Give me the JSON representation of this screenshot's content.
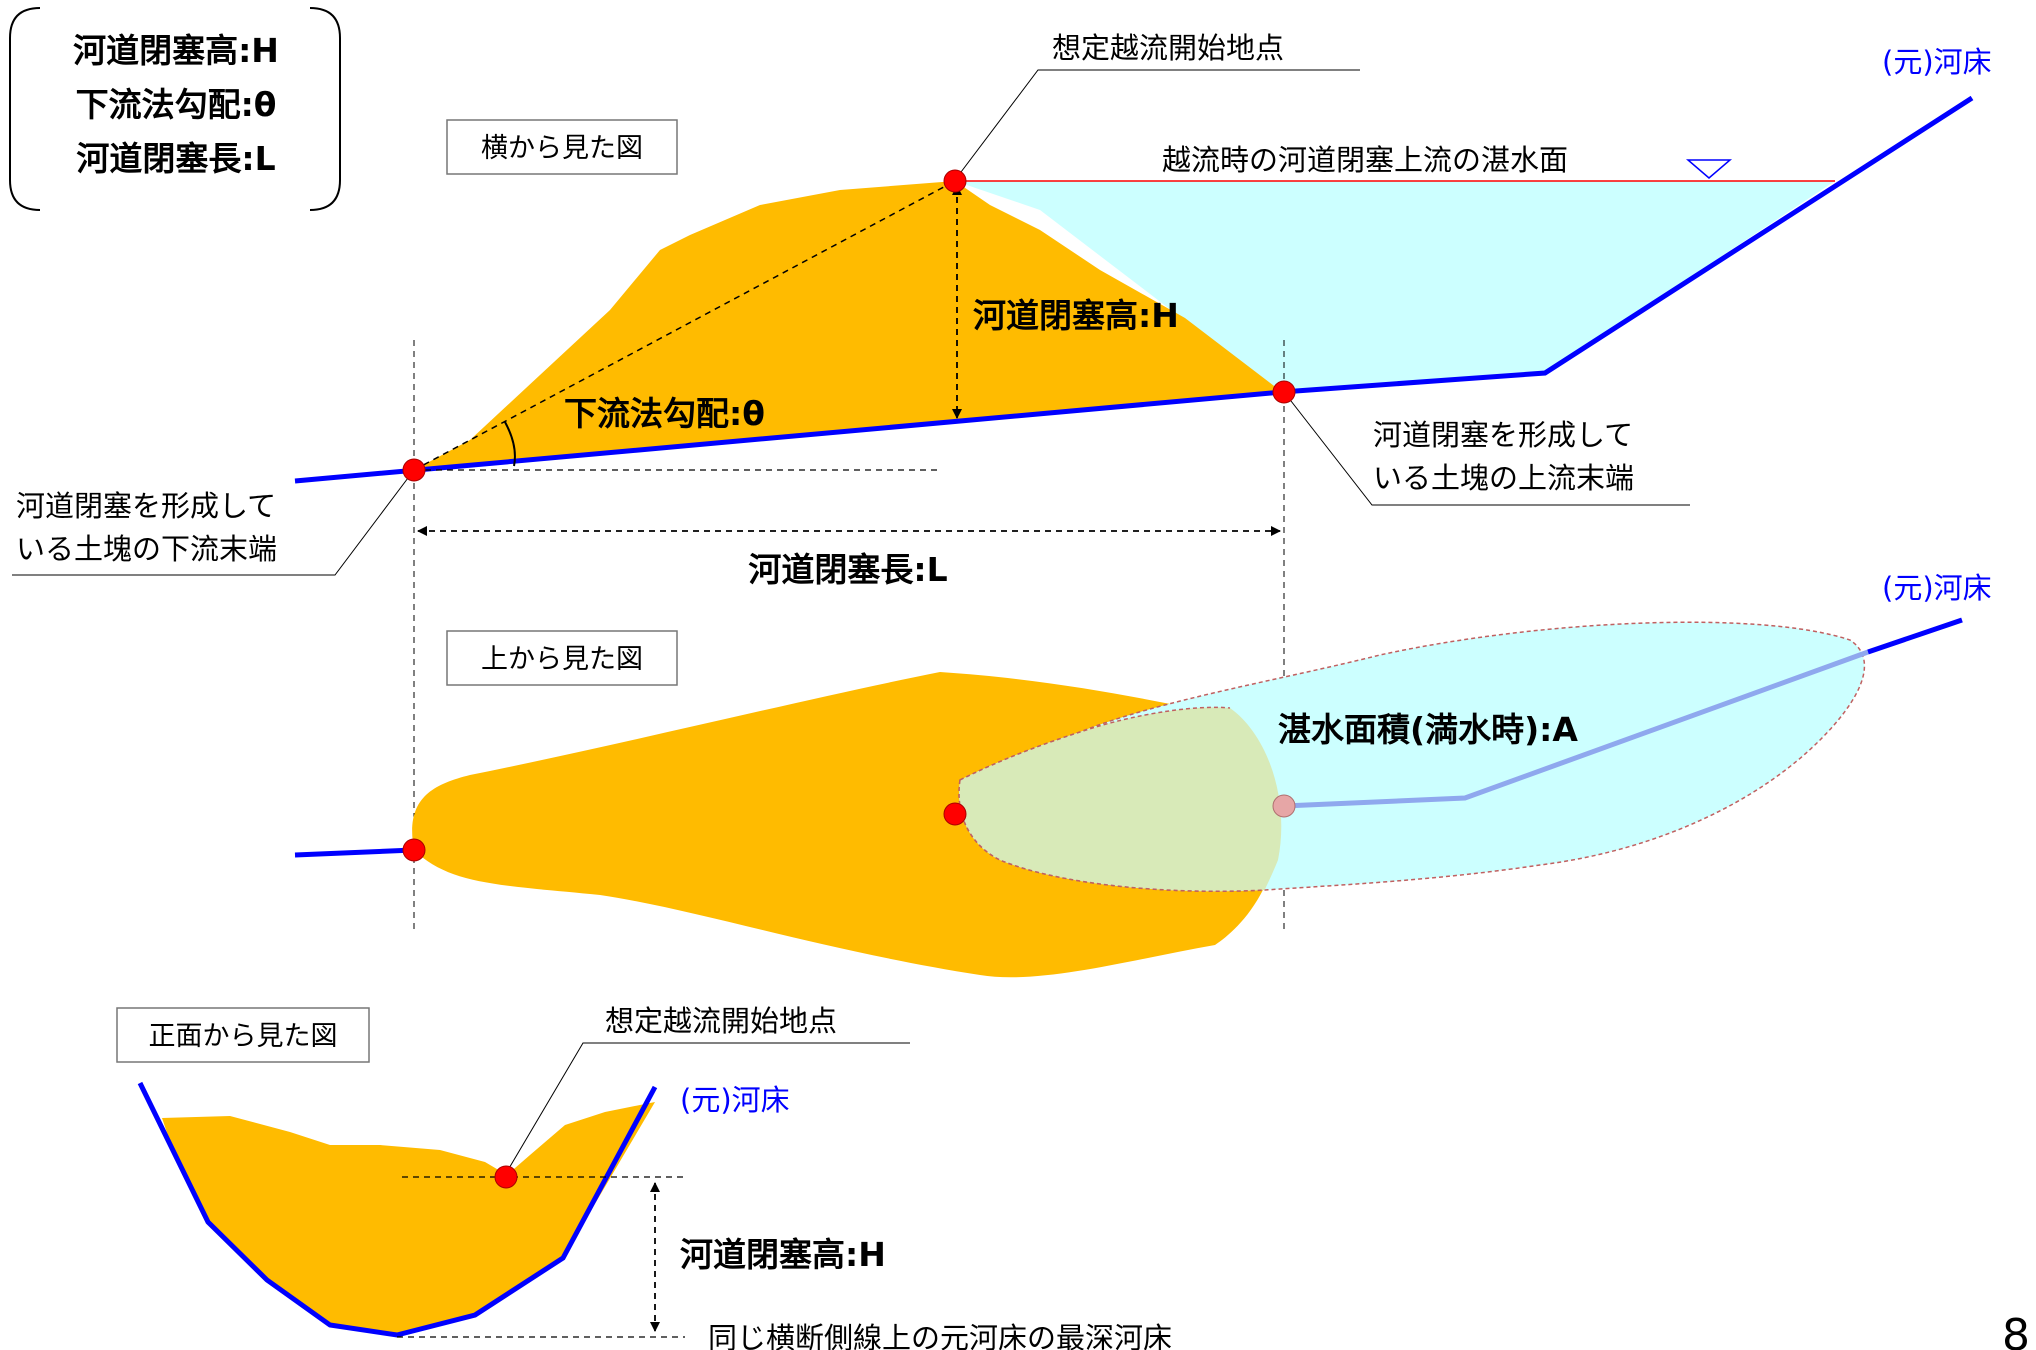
{
  "legend": {
    "line1": "河道閉塞高:H",
    "line2": "下流法勾配:θ",
    "line3": "河道閉塞長:L"
  },
  "views": {
    "side": "横から見た図",
    "top": "上から見た図",
    "front": "正面から見た図"
  },
  "side_view": {
    "overflow_point": "想定越流開始地点",
    "original_bed": "(元)河床",
    "water_surface": "越流時の河道閉塞上流の湛水面",
    "height": "河道閉塞高:H",
    "slope": "下流法勾配:θ",
    "upstream_end_1": "河道閉塞を形成して",
    "upstream_end_2": "いる土塊の上流末端",
    "downstream_end_1": "河道閉塞を形成して",
    "downstream_end_2": "いる土塊の下流末端",
    "length": "河道閉塞長:L"
  },
  "top_view": {
    "original_bed": "(元)河床",
    "pond_area": "湛水面積(満水時):A"
  },
  "front_view": {
    "overflow_point": "想定越流開始地点",
    "original_bed": "(元)河床",
    "height": "河道閉塞高:H",
    "deepest_bed": "同じ横断側線上の元河床の最深河床"
  },
  "page_number": "8",
  "colors": {
    "soil": "#ffbb00",
    "water": "#ccffff",
    "overlap": "#d8eab8",
    "riverbed": "#0000ff",
    "point": "#ff0000"
  }
}
